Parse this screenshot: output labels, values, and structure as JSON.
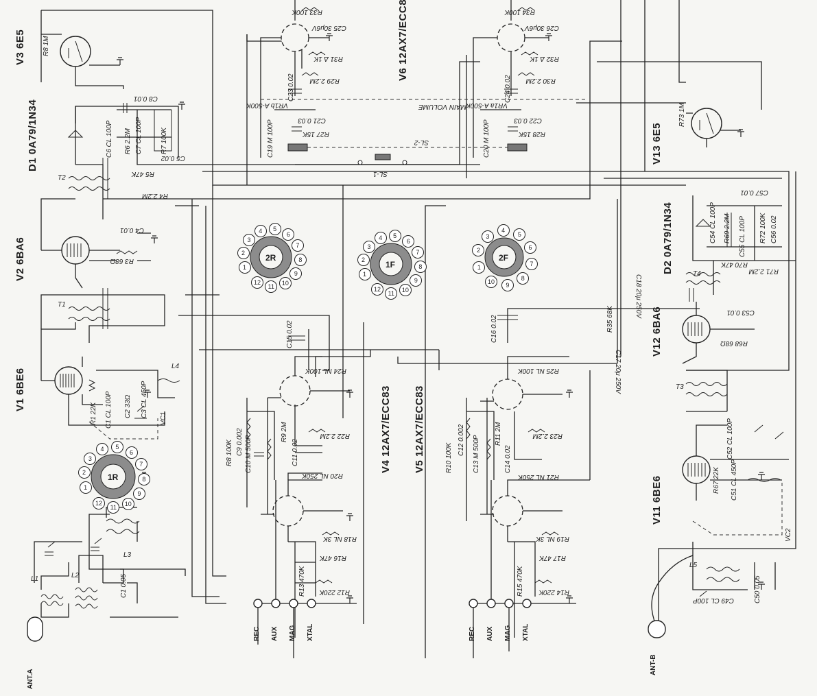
{
  "stages": {
    "v3": "V3 6E5",
    "d1": "D1 0A79/1N34",
    "v2": "V2 6BA6",
    "v1": "V1 6BE6",
    "v6": "V6 12AX7/ECC83",
    "v4": "V4 12AX7/ECC83",
    "v5": "V5 12AX7/ECC83",
    "v13": "V13 6E5",
    "d2": "D2 0A79/1N34",
    "v12": "V12 6BA6",
    "v11": "V11 6BE6"
  },
  "antennas": {
    "a": "ANT.A",
    "b": "ANT-B"
  },
  "inputs": {
    "left": [
      "REC",
      "AUX",
      "MAG",
      "XTAL"
    ],
    "right": [
      "REC",
      "AUX",
      "MAG",
      "XTAL"
    ]
  },
  "controls": {
    "main_volume": "MAIN VOLUME",
    "sl1": "SL-1",
    "sl2": "SL-2",
    "vr1": "VR1b A-500K",
    "vr2": "VR1a A-500K",
    "vc1": "VC1",
    "vc2": "VC2"
  },
  "switch_wafers": [
    "1R",
    "2R",
    "1F",
    "2F"
  ],
  "parts_left": {
    "r8": "R8 1M",
    "c8": "C8 0.01",
    "c6": "C6 CL 100P",
    "r6": "R6 2.2M",
    "c7": "C7 CL 100P",
    "r7": "R7 100K",
    "c5": "C5 0.02",
    "r5": "R5 47K",
    "r4": "R4 2.2M",
    "c4": "C4 0.01",
    "r3": "R3 68Ω",
    "r1": "R1 22K",
    "c2": "C2 33Ω",
    "c1v": "C1 CL 100P",
    "c3": "C3 CL 450P",
    "c1": "C1 0.05",
    "l1": "L1",
    "l2": "L2",
    "l3": "L3",
    "l4": "L4",
    "t1": "T1",
    "t2": "T2"
  },
  "parts_mid": {
    "c25": "C25 30μ6V",
    "r33": "R33 100K",
    "r31": "R31 Δ 1K",
    "c23": "C23 0.02",
    "r29": "R29 2.2M",
    "c19": "C19 M 100P",
    "c21": "C21 0.03",
    "r27": "R27 15K",
    "c26": "C26 30μ6V",
    "r34": "R34 100K",
    "r32": "R32 Δ 1K",
    "c24": "C24 0.02",
    "r30": "R30 2.2M",
    "c20": "C20 M 100P",
    "c22": "C22 0.03",
    "r28": "R28 15K",
    "c15": "C15 0.02",
    "r24": "R24 NL 100K",
    "c9": "C9 0.002",
    "r8b": "R8 100K",
    "r9": "R9 2M",
    "c10": "C10 M 500P",
    "r22": "R22 2.2M",
    "c11": "C11 0.02",
    "r20": "R20 NL 250K",
    "r18": "R18 NL 3K",
    "r16": "R16 47K",
    "r13": "R13 470K",
    "r12": "R12 220K",
    "c16": "C16 0.02",
    "r25": "R25 NL 100K",
    "c12": "C12 0.002",
    "r10": "R10 100K",
    "r11": "R11 2M",
    "c13": "C13 M 500P",
    "r23": "R23 2.2M",
    "c14": "C14 0.02",
    "r21": "R21 NL 250K",
    "r19": "R19 NL 3K",
    "r17": "R17 47K",
    "r15": "R15 470K",
    "r14": "R14 220K"
  },
  "parts_right": {
    "c18": "C18 20μ 250V",
    "r35": "R35 68K",
    "c17": "C17 20μ 250V",
    "r73": "R73 1M",
    "c57": "C57 0.01",
    "c54": "C54 CL 100P",
    "r69": "R69 2.2M",
    "c55": "C55 CL 100P",
    "r72": "R72 100K",
    "c56": "C56 0.02",
    "r70": "R70 47K",
    "r71": "R71 2.2M",
    "c53": "C53 0.01",
    "r68": "R68 68Ω",
    "c52": "C52 CL 100P",
    "r67": "R67 22K",
    "c51": "C51 CL 450P",
    "c49": "C49 CL 100P",
    "c50": "C50 0.05",
    "l5": "L5",
    "t3": "T3",
    "t4": "T4"
  }
}
